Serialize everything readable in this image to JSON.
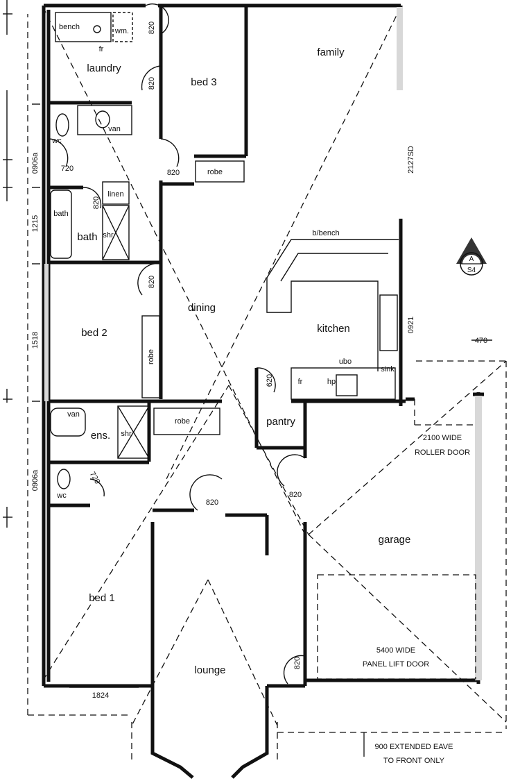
{
  "rooms": {
    "laundry": "laundry",
    "bed3": "bed 3",
    "family": "family",
    "bath": "bath",
    "bed2": "bed 2",
    "dining": "dining",
    "kitchen": "kitchen",
    "ens": "ens.",
    "pantry": "pantry",
    "garage": "garage",
    "bed1": "bed 1",
    "lounge": "lounge"
  },
  "fixtures": {
    "bench": "bench",
    "wm": "wm.",
    "fr1": "fr",
    "wc1": "wc",
    "van1": "van",
    "linen": "linen",
    "bath_tub": "bath",
    "shr1": "shr",
    "robe1": "robe",
    "robe2": "robe",
    "robe3": "robe",
    "bbench": "b/bench",
    "ubo": "ubo",
    "sink": "sink",
    "fr2": "fr",
    "hp": "hp",
    "van2": "van",
    "shr2": "shr",
    "wc2": "wc"
  },
  "dimensions": {
    "d820_laundry": "820",
    "d820_hall": "820",
    "d820_bed3": "820",
    "d720_wc": "720",
    "d820_bath": "820",
    "d820_bed2": "820",
    "d620": "620",
    "d720_ens": "720",
    "d820_bed1": "820",
    "d820_garage": "820",
    "d820_lounge": "820",
    "d470": "470",
    "d1824": "1824",
    "d0906a_top": "0906a",
    "d1215": "1215",
    "d1518": "1518",
    "d0906a_bottom": "0906a",
    "d2127sd": "2127SD",
    "d0921": "0921"
  },
  "notes": {
    "roller_line1": "2100 WIDE",
    "roller_line2": "ROLLER DOOR",
    "panel_line1": "5400 WIDE",
    "panel_line2": "PANEL LIFT DOOR",
    "eave_line1": "900 EXTENDED EAVE",
    "eave_line2": "TO FRONT ONLY"
  },
  "section_marker": {
    "top": "A",
    "bottom": "S4"
  }
}
